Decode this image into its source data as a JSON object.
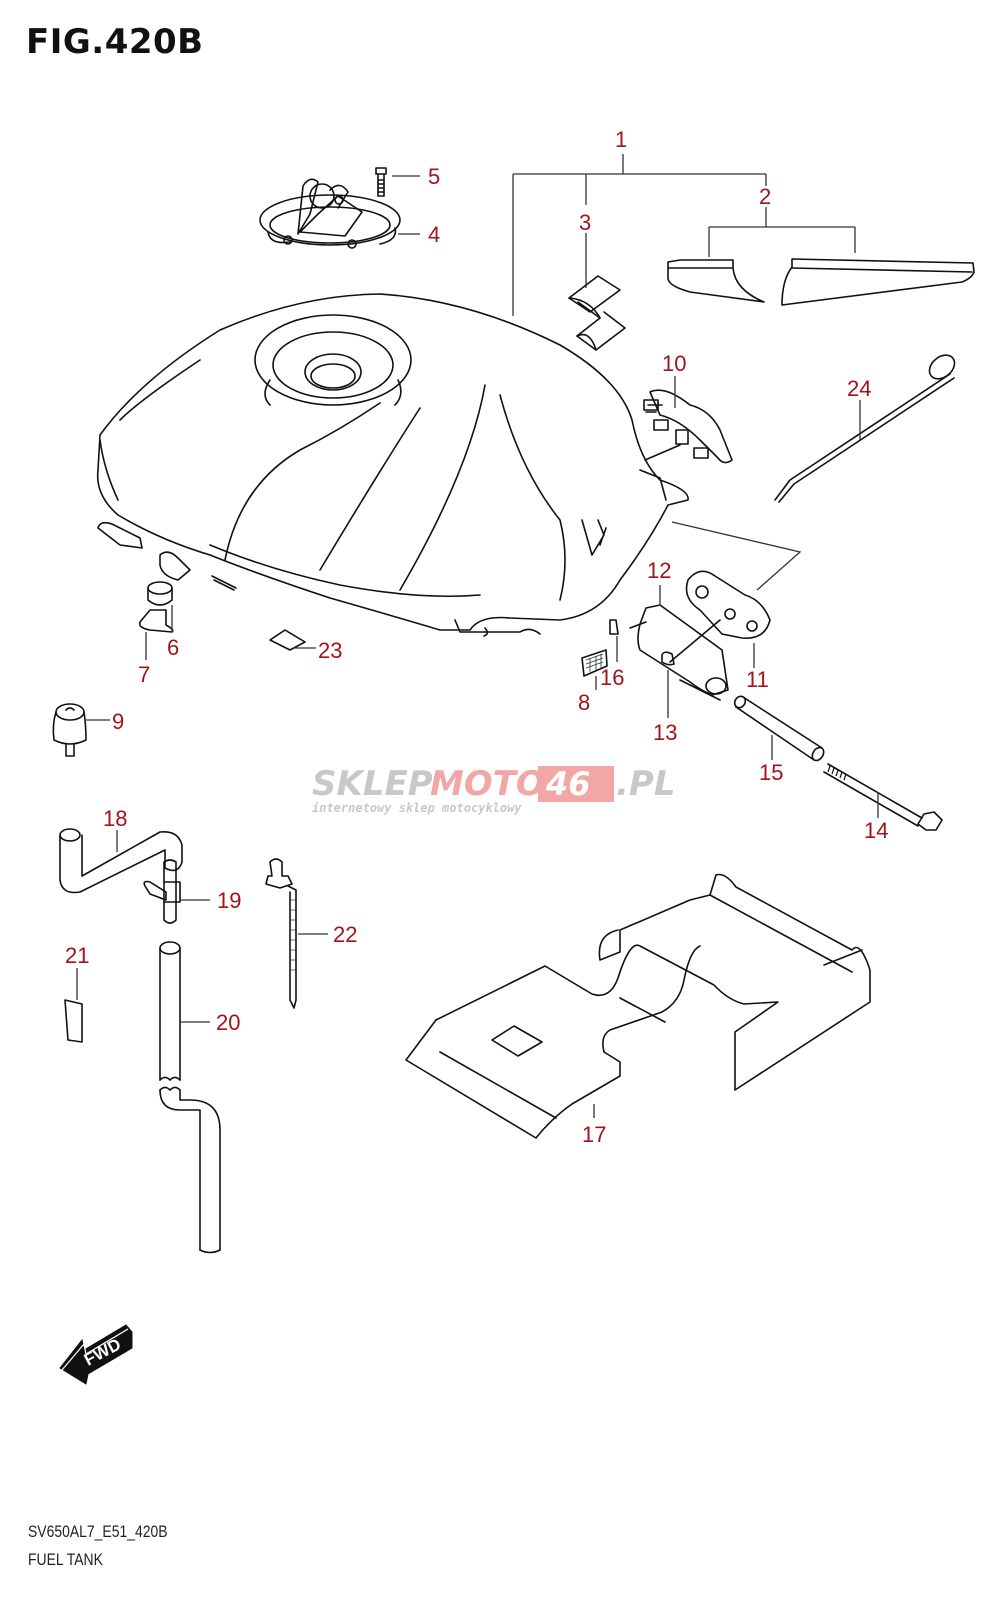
{
  "figure": {
    "title": "FIG.420B",
    "model_code": "SV650AL7_E51_420B",
    "section_name": "FUEL TANK"
  },
  "watermark": {
    "brand_gray": "SKLEP",
    "brand_pink": "MOTO",
    "brand_number": "46",
    "brand_suffix": ".PL",
    "tagline": "internetowy sklep motocyklowy"
  },
  "direction_marker": {
    "label": "FWD",
    "icon": "forward-arrow-icon"
  },
  "colors": {
    "label_red": "#a0141a",
    "line_art": "#111111",
    "watermark_gray": "#c8c8c8",
    "watermark_pink": "#f3a6a6"
  },
  "callouts": [
    {
      "number": "1",
      "part": "fuel-tank-assembly"
    },
    {
      "number": "2",
      "part": "tank-side-emblem-pair"
    },
    {
      "number": "3",
      "part": "suzuki-s-emblem"
    },
    {
      "number": "4",
      "part": "fuel-cap-with-keys"
    },
    {
      "number": "5",
      "part": "cap-bolt"
    },
    {
      "number": "6",
      "part": "cushion"
    },
    {
      "number": "7",
      "part": "grommet-collar"
    },
    {
      "number": "8",
      "part": "mesh-cushion"
    },
    {
      "number": "9",
      "part": "rubber-cap"
    },
    {
      "number": "10",
      "part": "rear-mount-bracket"
    },
    {
      "number": "11",
      "part": "hinge-plate"
    },
    {
      "number": "12",
      "part": "hinge-bracket"
    },
    {
      "number": "13",
      "part": "bushing"
    },
    {
      "number": "14",
      "part": "hinge-bolt"
    },
    {
      "number": "15",
      "part": "spacer-tube"
    },
    {
      "number": "16",
      "part": "clip-nut"
    },
    {
      "number": "17",
      "part": "heat-shield-plate"
    },
    {
      "number": "18",
      "part": "drain-hose-upper"
    },
    {
      "number": "19",
      "part": "3-way-joint"
    },
    {
      "number": "20",
      "part": "drain-hose-lower"
    },
    {
      "number": "21",
      "part": "caution-label"
    },
    {
      "number": "22",
      "part": "cable-tie-clamp"
    },
    {
      "number": "23",
      "part": "pad"
    },
    {
      "number": "24",
      "part": "prop-rod"
    }
  ]
}
